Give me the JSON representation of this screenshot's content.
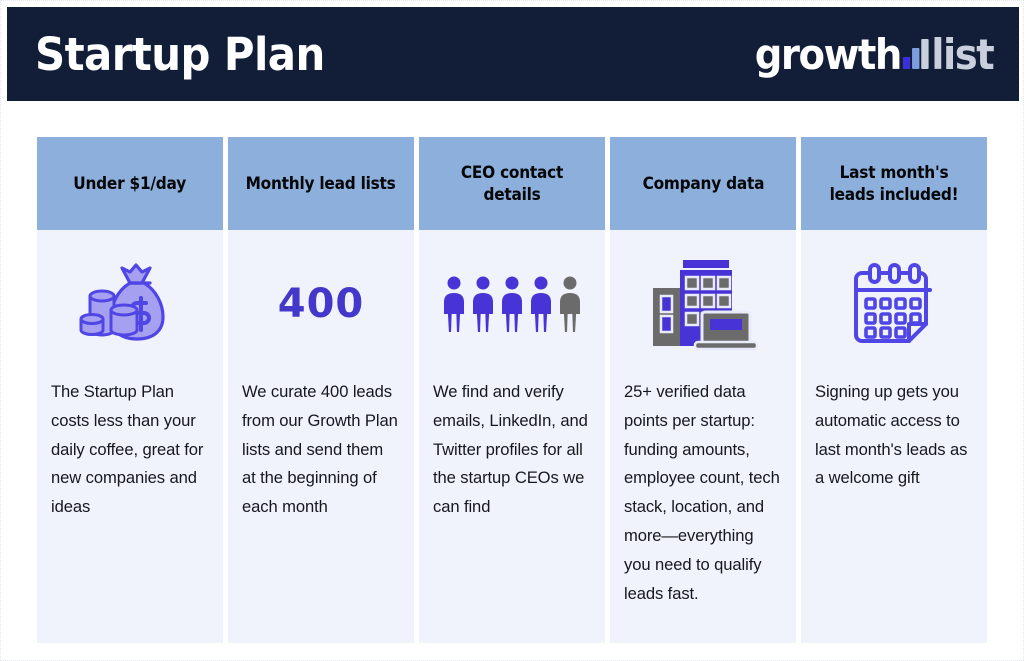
{
  "header": {
    "title": "Startup Plan",
    "logo": {
      "word_1": "growth",
      "word_2": "list",
      "icon": "bar-chart-icon",
      "bar_colors": [
        "#3b30d8",
        "#7c9ede",
        "#c9cfdc"
      ]
    },
    "background_color": "#121d38"
  },
  "theme": {
    "header_cell_color": "#8cafdb",
    "body_cell_color": "#f0f3fc",
    "accent_purple": "#4f46e5",
    "accent_gray": "#6b6b6b",
    "page_background": "#ffffff"
  },
  "columns": [
    {
      "heading": "Under $1/day",
      "icon": "money-bag-coins-icon",
      "number": null,
      "text": "The Startup Plan costs less than your daily coffee, great for new companies and ideas"
    },
    {
      "heading": "Monthly lead lists",
      "icon": "number-display",
      "number": "400",
      "text": "We curate 400 leads from our Growth Plan lists and send them at the beginning of each month"
    },
    {
      "heading": "CEO contact details",
      "icon": "people-group-icon",
      "number": null,
      "text": "We find and verify emails, LinkedIn, and Twitter profiles for all the startup CEOs we can find"
    },
    {
      "heading": "Company data",
      "icon": "office-building-laptop-icon",
      "number": null,
      "text": "25+ verified data points per startup: funding amounts, employee count, tech stack, location, and more—everything you need to qualify leads fast."
    },
    {
      "heading": "Last month's leads included!",
      "icon": "calendar-icon",
      "number": null,
      "text": "Signing up gets you automatic access to last month's leads as a welcome gift"
    }
  ]
}
